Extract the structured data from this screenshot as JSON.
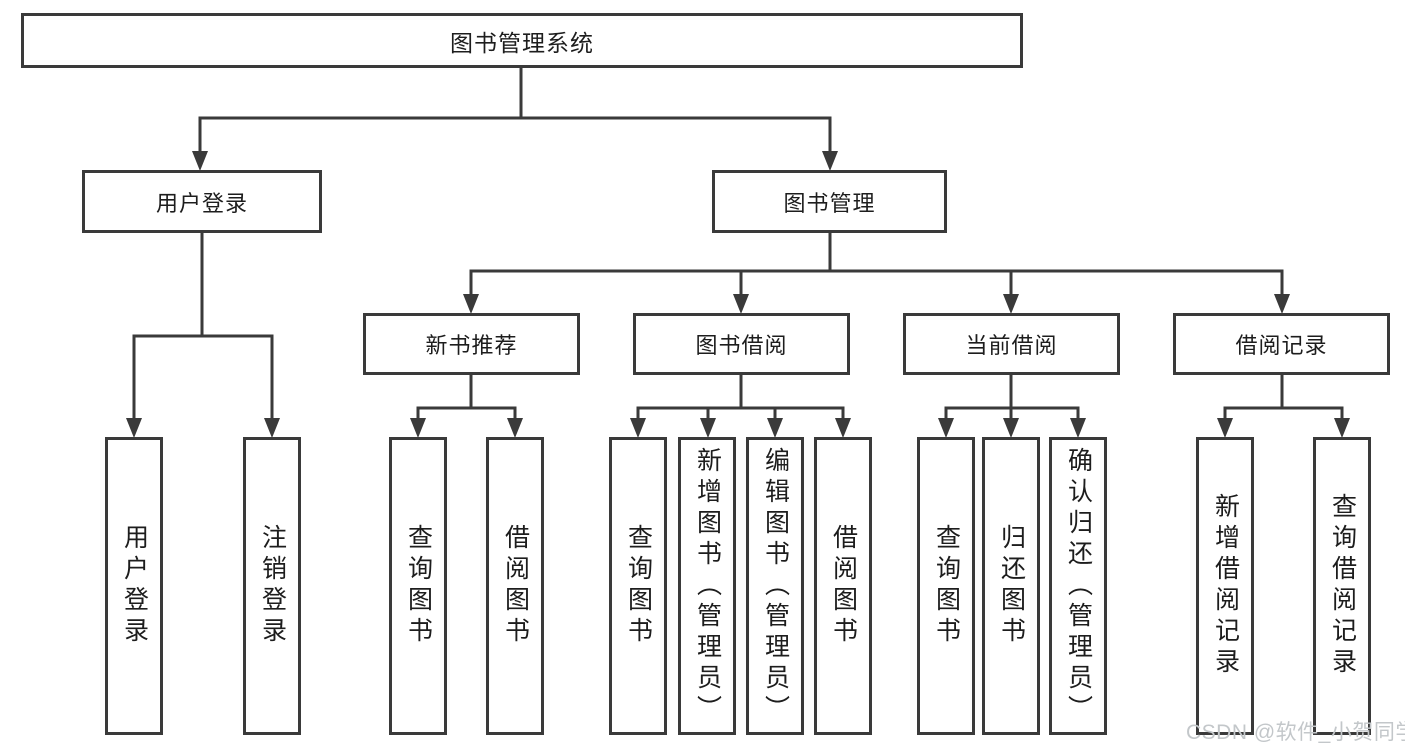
{
  "diagram": {
    "root_label": "图书管理系统",
    "level2": {
      "user_login": "用户登录",
      "book_management": "图书管理"
    },
    "level3": {
      "new_book_recommend": "新书推荐",
      "book_borrowing": "图书借阅",
      "current_borrowing": "当前借阅",
      "borrowing_records": "借阅记录"
    },
    "leaves": {
      "user_login": "用户登录",
      "logout": "注销登录",
      "nb_query_books": "查询图书",
      "nb_borrow_books": "借阅图书",
      "bb_query_books": "查询图书",
      "bb_add_book_admin": "新增图书（管理员）",
      "bb_edit_book_admin": "编辑图书（管理员）",
      "bb_borrow_books": "借阅图书",
      "cb_query_books": "查询图书",
      "cb_return_books": "归还图书",
      "cb_confirm_return_admin": "确认归还（管理员）",
      "br_add_record": "新增借阅记录",
      "br_query_record": "查询借阅记录"
    },
    "watermark": "CSDN @软件_小贺同学"
  }
}
